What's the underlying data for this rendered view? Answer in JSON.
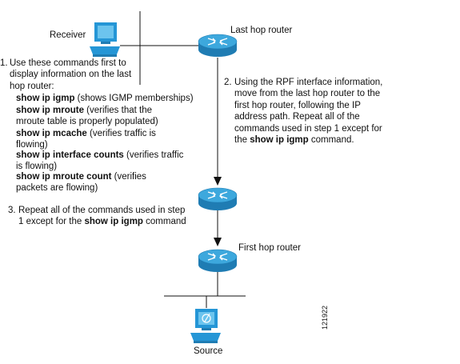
{
  "labels": {
    "receiver": "Receiver",
    "last_hop_router": "Last hop router",
    "first_hop_router": "First hop router",
    "source": "Source",
    "figure_number": "121922"
  },
  "step1": {
    "number": "1.",
    "intro": "Use these commands first to display information on the last hop router:",
    "commands": [
      {
        "cmd": "show ip igmp",
        "desc": " (shows IGMP memberships)"
      },
      {
        "cmd": "show ip mroute",
        "desc": " (verifies that the mroute table is properly populated)"
      },
      {
        "cmd": "show ip mcache",
        "desc": " (verifies traffic is flowing)"
      },
      {
        "cmd": "show ip interface counts",
        "desc": " (verifies traffic is flowing)"
      },
      {
        "cmd": "show ip mroute count",
        "desc": " (verifies packets are flowing)"
      }
    ]
  },
  "step2": {
    "number": "2.",
    "text": "Using the RPF interface information, move from the last hop router to the first hop router, following the IP address path. Repeat all of the commands used in step 1 except for the ",
    "cmd": "show ip igmp",
    "tail": " command."
  },
  "step3": {
    "number": "3.",
    "text": "Repeat all of the commands used in step 1 except for the ",
    "cmd": "show ip igmp",
    "tail": " command"
  },
  "colors": {
    "router_top": "#3da8dd",
    "router_side": "#1f7cb3",
    "pc_blue": "#2596d6",
    "line": "#111111"
  }
}
